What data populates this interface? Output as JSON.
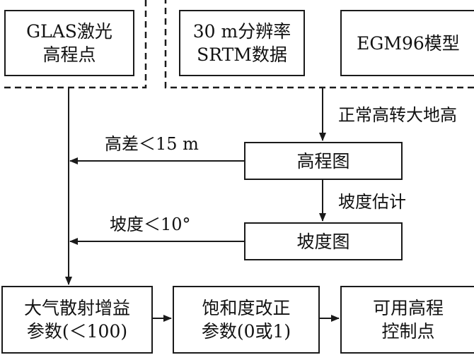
{
  "nodes": {
    "glas": "GLAS激光\n高程点",
    "srtm": "30 m分辨率\nSRTM数据",
    "egm": "EGM96模型",
    "elev_map": "高程图",
    "slope_map": "坡度图",
    "atmo": "大气散射增益\n参数(＜100)",
    "saturation": "饱和度改正\n参数(0或1)",
    "usable": "可用高程\n控制点"
  },
  "edge_labels": {
    "normal_to_geodetic": "正常高转大地高",
    "slope_estimation": "坡度估计",
    "elev_diff": "高差＜15 m",
    "slope_threshold": "坡度＜10°"
  },
  "colors": {
    "line": "#1a1a1a",
    "text": "#111111",
    "background": "#ffffff"
  }
}
